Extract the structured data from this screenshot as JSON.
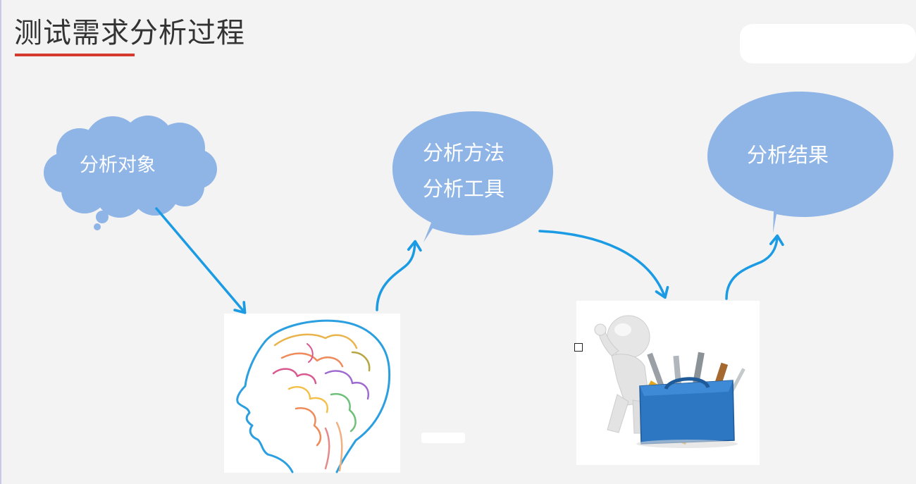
{
  "slide": {
    "title": "测试需求分析过程"
  },
  "bubbles": {
    "object": {
      "label": "分析对象"
    },
    "method": {
      "line1": "分析方法",
      "line2": "分析工具"
    },
    "result": {
      "label": "分析结果"
    }
  },
  "images": {
    "brain": {
      "icon": "brain-head-icon"
    },
    "toolbox": {
      "icon": "person-toolbox-icon"
    }
  },
  "colors": {
    "bubble": "#8fb4e6",
    "arrow": "#1a9be3",
    "underline": "#d63a2f",
    "title_text": "#333333"
  }
}
